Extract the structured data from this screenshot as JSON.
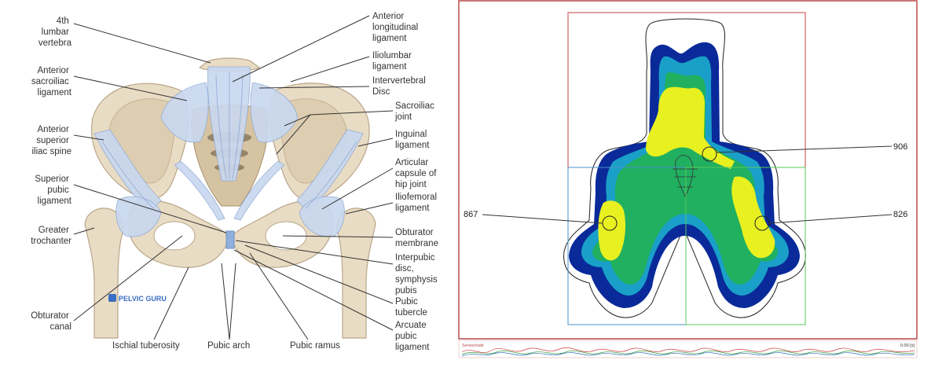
{
  "anatomy": {
    "labels_left": [
      "4th",
      "lumbar",
      "vertebra",
      "Anterior",
      "sacroiliac",
      "ligament",
      "Anterior",
      "superior",
      "iliac spine",
      "Superior",
      "pubic",
      "ligament",
      "Greater",
      "trochanter",
      "Obturator",
      "canal"
    ],
    "labels_right": [
      "Anterior",
      "longitudinal",
      "ligament",
      "Iliolumbar",
      "ligament",
      "Intervertebral",
      "Disc",
      "Sacroiliac",
      "joint",
      "Inguinal",
      "ligament",
      "Articular",
      "capsule of",
      "hip joint",
      "Iliofemoral",
      "ligament",
      "Obturator",
      "membrane",
      "Interpubic",
      "disc,",
      "symphysis",
      "pubis",
      "Pubic",
      "tubercle",
      "Arcuate",
      "pubic",
      "ligament"
    ],
    "labels_bottom": [
      "Ischial tuberosity",
      "Pubic arch",
      "Pubic ramus"
    ],
    "watermark": "PELVIC GURU"
  },
  "pressure_map": {
    "callouts": [
      {
        "label": "906"
      },
      {
        "label": "867"
      },
      {
        "label": "826"
      }
    ],
    "footer_left": "Sensor/sde",
    "footer_right": "0.00 [s]",
    "colors": {
      "frame": "#b84a4a",
      "roi_top": "#c84040",
      "roi_left": "#4a90c8",
      "roi_right": "#5ac85a",
      "low": "#0a2a9a",
      "mid_low": "#1aa0c8",
      "mid": "#20b060",
      "high": "#e8f020"
    }
  }
}
